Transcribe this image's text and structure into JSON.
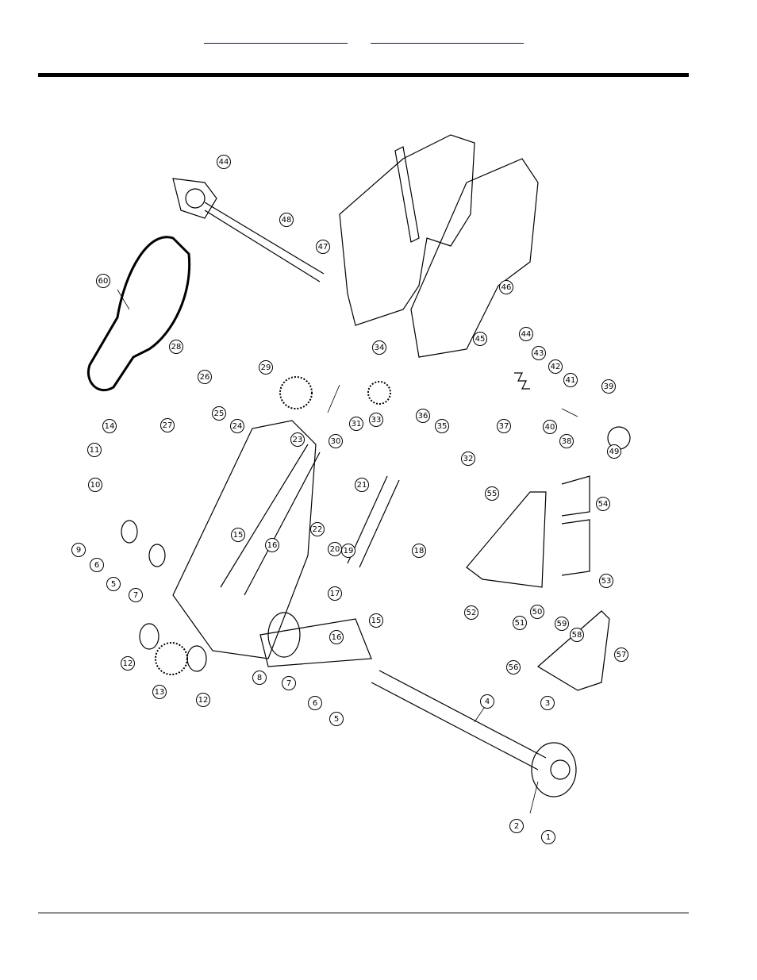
{
  "header": {
    "links": [
      "",
      ""
    ]
  },
  "diagram": {
    "callouts": [
      "1",
      "2",
      "3",
      "4",
      "5",
      "5",
      "6",
      "6",
      "7",
      "7",
      "8",
      "9",
      "10",
      "11",
      "12",
      "12",
      "13",
      "14",
      "15",
      "15",
      "16",
      "16",
      "17",
      "18",
      "19",
      "20",
      "21",
      "22",
      "23",
      "24",
      "25",
      "26",
      "27",
      "28",
      "29",
      "30",
      "31",
      "32",
      "33",
      "34",
      "35",
      "36",
      "37",
      "38",
      "39",
      "40",
      "41",
      "42",
      "43",
      "44",
      "44",
      "45",
      "46",
      "47",
      "48",
      "49",
      "50",
      "51",
      "52",
      "53",
      "54",
      "55",
      "56",
      "57",
      "58",
      "59",
      "60"
    ]
  }
}
